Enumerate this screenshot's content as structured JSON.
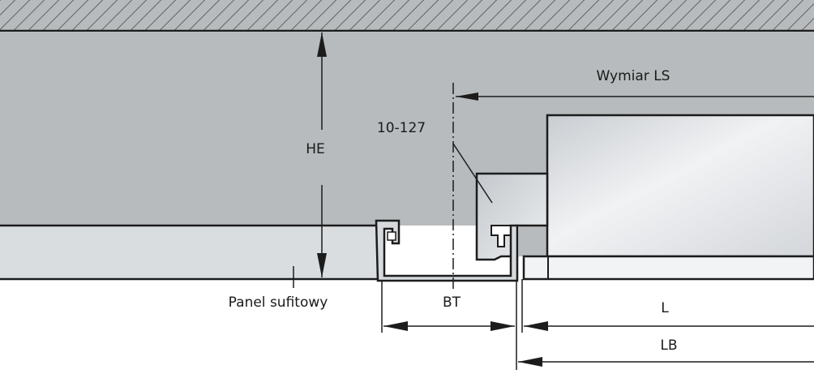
{
  "diagram": {
    "labels": {
      "he": "HE",
      "dimension_ls": "Wymiar LS",
      "range": "10-127",
      "panel": "Panel sufitowy",
      "bt": "BT",
      "l": "L",
      "lb": "LB"
    },
    "colors": {
      "background": "#ffffff",
      "ceiling_void": "#b7bbbd",
      "ceiling_hatch": "#4a4a4a",
      "panel": "#d9dde0",
      "unit_body_light": "#eef0f2",
      "unit_body_dark": "#c8ccd0",
      "outline": "#1c1c1c",
      "dimension_line": "#1c1c1c"
    }
  }
}
